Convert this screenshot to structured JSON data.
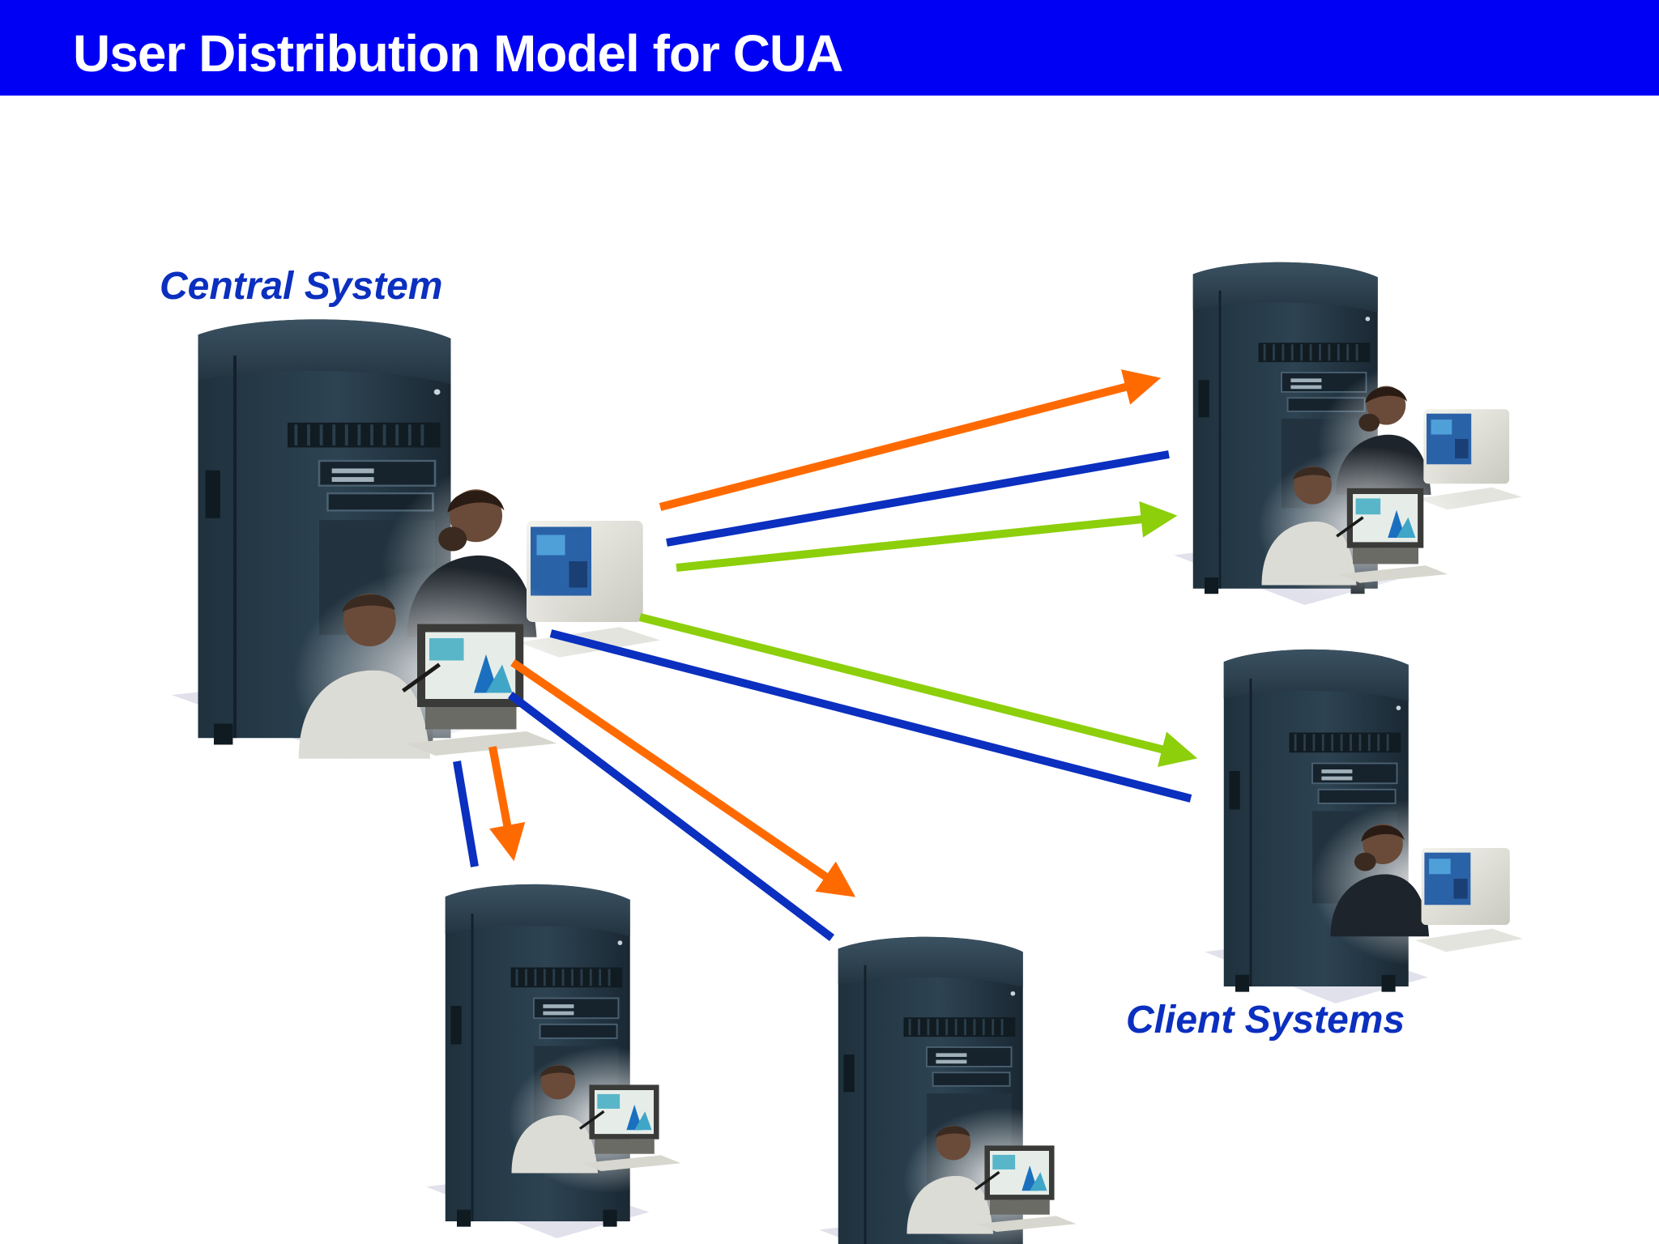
{
  "title": "User Distribution Model for CUA",
  "labels": {
    "central": "Central System",
    "clients": "Client Systems"
  },
  "colors": {
    "title_bg": "#0000f5",
    "title_text": "#ffffff",
    "label_text": "#0b2fbf",
    "orange": "#ff6a00",
    "blue": "#0b2fbf",
    "green": "#8ccf0a",
    "server_body": "#263a48",
    "server_dark": "#16232d"
  },
  "icons": {
    "server": "server-tower-icon",
    "operator": "operator-workstation-icon"
  }
}
